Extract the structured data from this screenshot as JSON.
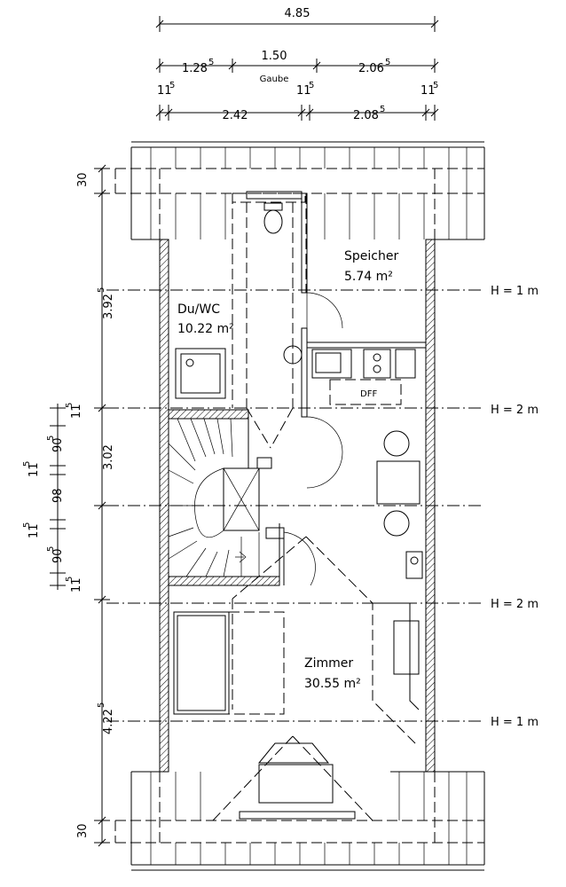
{
  "dimensions_top": {
    "overall": "4.85",
    "row2_left": "1.28",
    "row2_left_sup": "5",
    "row2_mid": "1.50",
    "row2_right": "2.06",
    "row2_right_sup": "5",
    "gaube": "Gaube",
    "row3_a": "11",
    "row3_a_sup": "5",
    "row3_b": "11",
    "row3_b_sup": "5",
    "row3_c": "11",
    "row3_c_sup": "5",
    "row4_left": "2.42",
    "row4_right": "2.08",
    "row4_right_sup": "5"
  },
  "dimensions_left": {
    "top_30": "30",
    "seg_392": "3.92",
    "seg_392_sup": "5",
    "seg_11a": "11",
    "seg_11a_sup": "5",
    "seg_90a": "90",
    "seg_90a_sup": "5",
    "seg_11b": "11",
    "seg_11b_sup": "5",
    "seg_98": "98",
    "seg_302": "3.02",
    "seg_11c": "11",
    "seg_11c_sup": "5",
    "seg_90b": "90",
    "seg_90b_sup": "5",
    "seg_11d": "11",
    "seg_11d_sup": "5",
    "seg_422": "4.22",
    "seg_422_sup": "5",
    "bottom_30": "30"
  },
  "height_marks": [
    "H = 1 m",
    "H = 2 m",
    "H = 2 m",
    "H = 1 m"
  ],
  "rooms": {
    "speicher_name": "Speicher",
    "speicher_area": "5.74 m²",
    "duwc_name": "Du/WC",
    "duwc_area": "10.22 m²",
    "zimmer_name": "Zimmer",
    "zimmer_area": "30.55 m²",
    "dff": "DFF"
  }
}
